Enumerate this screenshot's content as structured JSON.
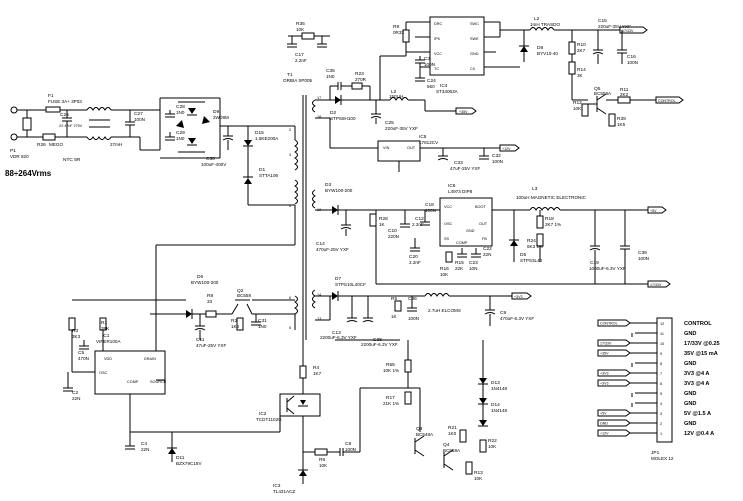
{
  "input": {
    "voltage": "88÷264Vrms"
  },
  "components": {
    "F1": {
      "ref": "F1",
      "value": "FUSE 3A+ 3P03"
    },
    "C26": {
      "ref": "C26",
      "value": "X2 47nF 275V"
    },
    "R26": {
      "ref": "R26",
      "value": "MEGO"
    },
    "NTC": {
      "ref": "NTC 5R",
      "value": ""
    },
    "VDR": {
      "ref": "P1",
      "value": "VDR 820"
    },
    "L5": {
      "ref": "",
      "value": "27mH"
    },
    "C27": {
      "ref": "C27",
      "value": "100N"
    },
    "C28": {
      "ref": "C28",
      "value": "1N0"
    },
    "C29": {
      "ref": "C29",
      "value": "1N0"
    },
    "BR": {
      "ref": "D9",
      "value": "2W08M"
    },
    "C30": {
      "ref": "C30",
      "value": "100uF-400V"
    },
    "D15": {
      "ref": "D15",
      "value": "1.5KE200A"
    },
    "D1": {
      "ref": "D1",
      "value": "STTA106"
    },
    "T1": {
      "ref": "T1",
      "value": "ORBIA SP005"
    },
    "R35": {
      "ref": "R35",
      "value": "10K"
    },
    "C17": {
      "ref": "C17",
      "value": "2.2nF"
    },
    "C35": {
      "ref": "C35",
      "value": "1N0"
    },
    "R23": {
      "ref": "R23",
      "value": "270R"
    },
    "D2": {
      "ref": "D2",
      "value": "STPS8H100"
    },
    "C25": {
      "ref": "C25",
      "value": "220uF-35V YXF"
    },
    "L2L": {
      "ref": "L2",
      "value": "150UH"
    },
    "IC4": {
      "ref": "IC4",
      "value": "ST34063A",
      "pins": [
        "DRC",
        "SWC",
        "IPK",
        "SWE",
        "VCC",
        "GND",
        "TC",
        "CII"
      ]
    },
    "R9": {
      "ref": "R9",
      "value": "0R33"
    },
    "C3": {
      "ref": "C3",
      "value": "100N"
    },
    "C24": {
      "ref": "C24",
      "value": "560"
    },
    "L2": {
      "ref": "L2",
      "value": "1mH TRASDO"
    },
    "C15": {
      "ref": "C15",
      "value": "220uF-35V YXF"
    },
    "D8": {
      "ref": "D8",
      "value": "BYV10-40"
    },
    "R10": {
      "ref": "R10",
      "value": "2K7"
    },
    "R11": {
      "ref": "R11",
      "value": "2K2"
    },
    "R12": {
      "ref": "R12",
      "value": "10K"
    },
    "R14": {
      "ref": "R14",
      "value": "3K"
    },
    "Q5": {
      "ref": "Q5",
      "value": "BC558A"
    },
    "C16": {
      "ref": "C16",
      "value": "100N"
    },
    "R39": {
      "ref": "R39",
      "value": "1K5"
    },
    "IC5": {
      "ref": "IC5",
      "value": "L7812CV"
    },
    "C32": {
      "ref": "C32",
      "value": "100N"
    },
    "C33": {
      "ref": "C33",
      "value": "47uF-25V YXF"
    },
    "D3": {
      "ref": "D3",
      "value": "BYW100-200"
    },
    "C14": {
      "ref": "C14",
      "value": "470uF-25V YXF"
    },
    "R28": {
      "ref": "R28",
      "value": "1K"
    },
    "IC6": {
      "ref": "IC6",
      "value": "L4973 DIP8",
      "pins": [
        "VCC",
        "BOOT",
        "OSC",
        "OUT",
        "SS",
        "FB",
        "COMP",
        "GND"
      ]
    },
    "C10": {
      "ref": "C10",
      "value": "220N"
    },
    "C12": {
      "ref": "C12",
      "value": "2.2nF"
    },
    "C18": {
      "ref": "C18",
      "value": "100N"
    },
    "C20": {
      "ref": "C20",
      "value": "2.2nF"
    },
    "C22": {
      "ref": "C22",
      "value": "22N"
    },
    "C23": {
      "ref": "C23",
      "value": "10N"
    },
    "R16": {
      "ref": "R16",
      "value": "10K"
    },
    "R15": {
      "ref": "R15",
      "value": "22K"
    },
    "L3": {
      "ref": "L3",
      "value": "100uH MAGNETIC ELECTRONIC"
    },
    "R18": {
      "ref": "R18",
      "value": "2K7 1%"
    },
    "R24": {
      "ref": "R24",
      "value": "6K3 1%"
    },
    "D5": {
      "ref": "D5",
      "value": "STPS3L40"
    },
    "C19": {
      "ref": "C19",
      "value": "1000uF-6.3V YXF"
    },
    "C39": {
      "ref": "C39",
      "value": "100N"
    },
    "D6": {
      "ref": "D6",
      "value": "BYW100-200"
    },
    "R8": {
      "ref": "R8",
      "value": "33"
    },
    "Q2": {
      "ref": "Q2",
      "value": "BC558"
    },
    "R2": {
      "ref": "R2",
      "value": "1K0"
    },
    "C11": {
      "ref": "C11",
      "value": "47uF-25V YXF"
    },
    "C31": {
      "ref": "C31",
      "value": "1N0"
    },
    "D7": {
      "ref": "D7",
      "value": "STPS10L40CF"
    },
    "L4": {
      "ref": "",
      "value": "2.7uH ELCOMS"
    },
    "C13": {
      "ref": "C13",
      "value": "2200uF-6.3V YXF"
    },
    "C38": {
      "ref": "C38",
      "value": "2200uF-6.3V YXF"
    },
    "R5": {
      "ref": "R5",
      "value": "1K"
    },
    "C36": {
      "ref": "C36",
      "value": "100N"
    },
    "C9": {
      "ref": "C9",
      "value": "470uF-6.3V YXF"
    },
    "R3": {
      "ref": "R3",
      "value": "3K3"
    },
    "R1": {
      "ref": "R1",
      "value": "39K"
    },
    "C5": {
      "ref": "C5",
      "value": "470N"
    },
    "C2": {
      "ref": "C2",
      "value": "22N"
    },
    "IC1": {
      "ref": "IC1",
      "value": "VIPER100A",
      "pins": [
        "VDD",
        "OSC",
        "COMP",
        "SOURCE",
        "DRAIN"
      ]
    },
    "C4": {
      "ref": "C4",
      "value": "22N"
    },
    "D11": {
      "ref": "D11",
      "value": "BZX79C18V"
    },
    "IC2": {
      "ref": "IC2",
      "value": "TCDT1102G"
    },
    "R4": {
      "ref": "R4",
      "value": "1K7"
    },
    "R6": {
      "ref": "R6",
      "value": "10K"
    },
    "C8": {
      "ref": "C8",
      "value": "100N"
    },
    "IC3": {
      "ref": "IC3",
      "value": "TL431ACZ"
    },
    "R55": {
      "ref": "R55",
      "value": "10K 1%"
    },
    "R17": {
      "ref": "R17",
      "value": "21K 1%"
    },
    "D13": {
      "ref": "D13",
      "value": "1N4148"
    },
    "D14": {
      "ref": "D14",
      "value": "1N4148"
    },
    "Q3": {
      "ref": "Q3",
      "value": "BC548A"
    },
    "Q4": {
      "ref": "Q4",
      "value": "BC558A"
    },
    "R21": {
      "ref": "R21",
      "value": "1K0"
    },
    "R22": {
      "ref": "R22",
      "value": "10K"
    },
    "R13": {
      "ref": "R13",
      "value": "10K"
    },
    "JP1": {
      "ref": "JP1",
      "value": "MOLEX 12"
    }
  },
  "nets": {
    "n35v": "+35V",
    "n12v": "+12V",
    "n5v": "+5V",
    "n33v": "+3V3",
    "control_top": "CONTROL",
    "n1733": "17/33V"
  },
  "connector": {
    "rows": [
      {
        "pin": "12",
        "label": "CONTROL",
        "net": "CONTROL"
      },
      {
        "pin": "11",
        "label": "GND",
        "net": ""
      },
      {
        "pin": "10",
        "label": "17/33V @0.25",
        "net": "17/33V"
      },
      {
        "pin": "9",
        "label": "35V @15 mA",
        "net": "+35V"
      },
      {
        "pin": "8",
        "label": "GND",
        "net": ""
      },
      {
        "pin": "7",
        "label": "3V3 @4 A",
        "net": "+3V3"
      },
      {
        "pin": "6",
        "label": "3V3 @4 A",
        "net": "+3V3"
      },
      {
        "pin": "5",
        "label": "GND",
        "net": ""
      },
      {
        "pin": "4",
        "label": "GND",
        "net": ""
      },
      {
        "pin": "3",
        "label": "5V @1.5 A",
        "net": "+5V"
      },
      {
        "pin": "2",
        "label": "GND",
        "net": "GND"
      },
      {
        "pin": "1",
        "label": "12V @0.4 A",
        "net": "+12V"
      }
    ]
  }
}
